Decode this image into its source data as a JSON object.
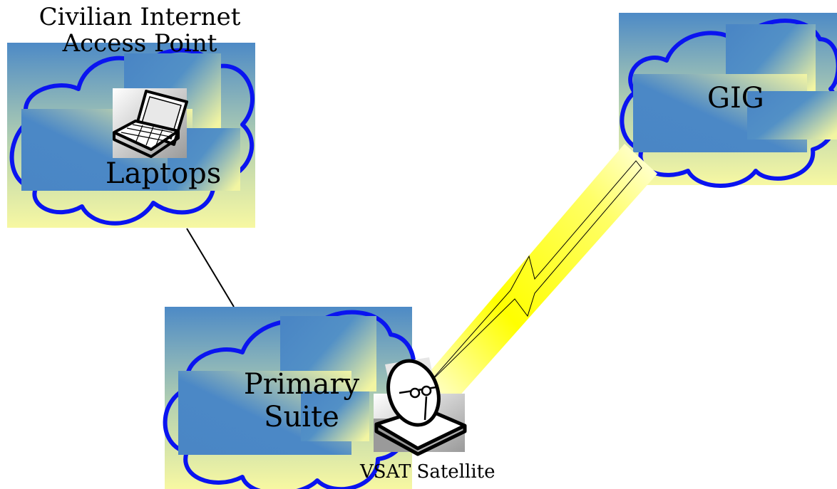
{
  "nodes": {
    "civilian": {
      "title_line1": "Civilian Internet",
      "title_line2": "Access Point",
      "device_label": "Laptops",
      "icon": "laptop-icon"
    },
    "gig": {
      "label": "GIG"
    },
    "primary": {
      "label_line1": "Primary",
      "label_line2": "Suite",
      "device_label": "VSAT Satellite",
      "icon": "satellite-dish-icon"
    }
  },
  "links": [
    {
      "from": "civilian",
      "to": "primary",
      "type": "wired"
    },
    {
      "from": "primary",
      "to": "gig",
      "type": "satellite"
    }
  ],
  "colors": {
    "cloud_outline": "#0a14f0",
    "panel_blue": "#4a88c6",
    "panel_yellow": "#f7f7a0",
    "beam": "#ffff00"
  }
}
